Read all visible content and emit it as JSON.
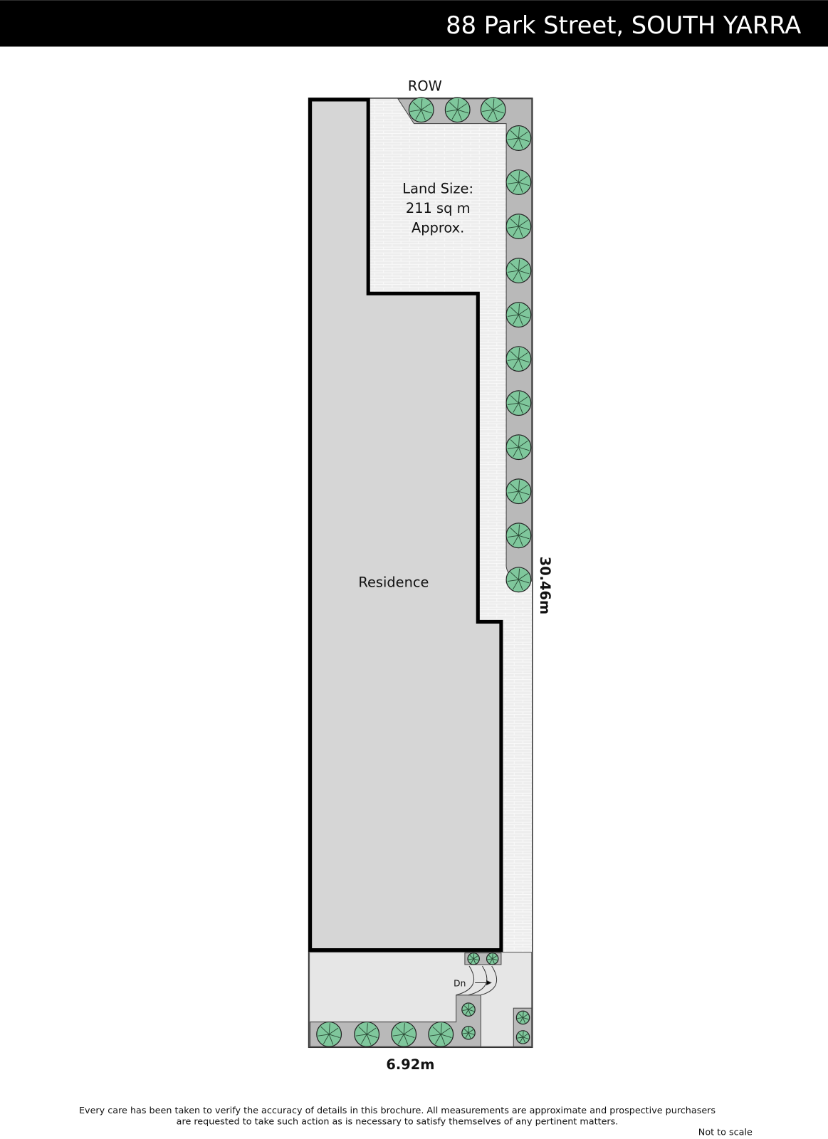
{
  "header": {
    "title": "88 Park Street, SOUTH YARRA"
  },
  "plan": {
    "row_label": "ROW",
    "land_size": {
      "line1": "Land Size:",
      "line2": "211 sq m",
      "line3": "Approx."
    },
    "residence_label": "Residence",
    "side_dimension": "30.46m",
    "front_dimension": "6.92m",
    "stairs_label": "Dn"
  },
  "footer": {
    "disclaimer_line1": "Every care has been taken to verify the accuracy of details in this brochure.  All measurements are approximate and prospective purchasers",
    "disclaimer_line2": "are requested to take such action as is necessary to satisfy themselves of any pertinent matters.",
    "scale_note": "Not to scale"
  },
  "colors": {
    "header_bg": "#000000",
    "tree": "#7fc79c",
    "garden": "#b9b9b9",
    "building": "#d6d6d6",
    "paving": "#ececec"
  }
}
